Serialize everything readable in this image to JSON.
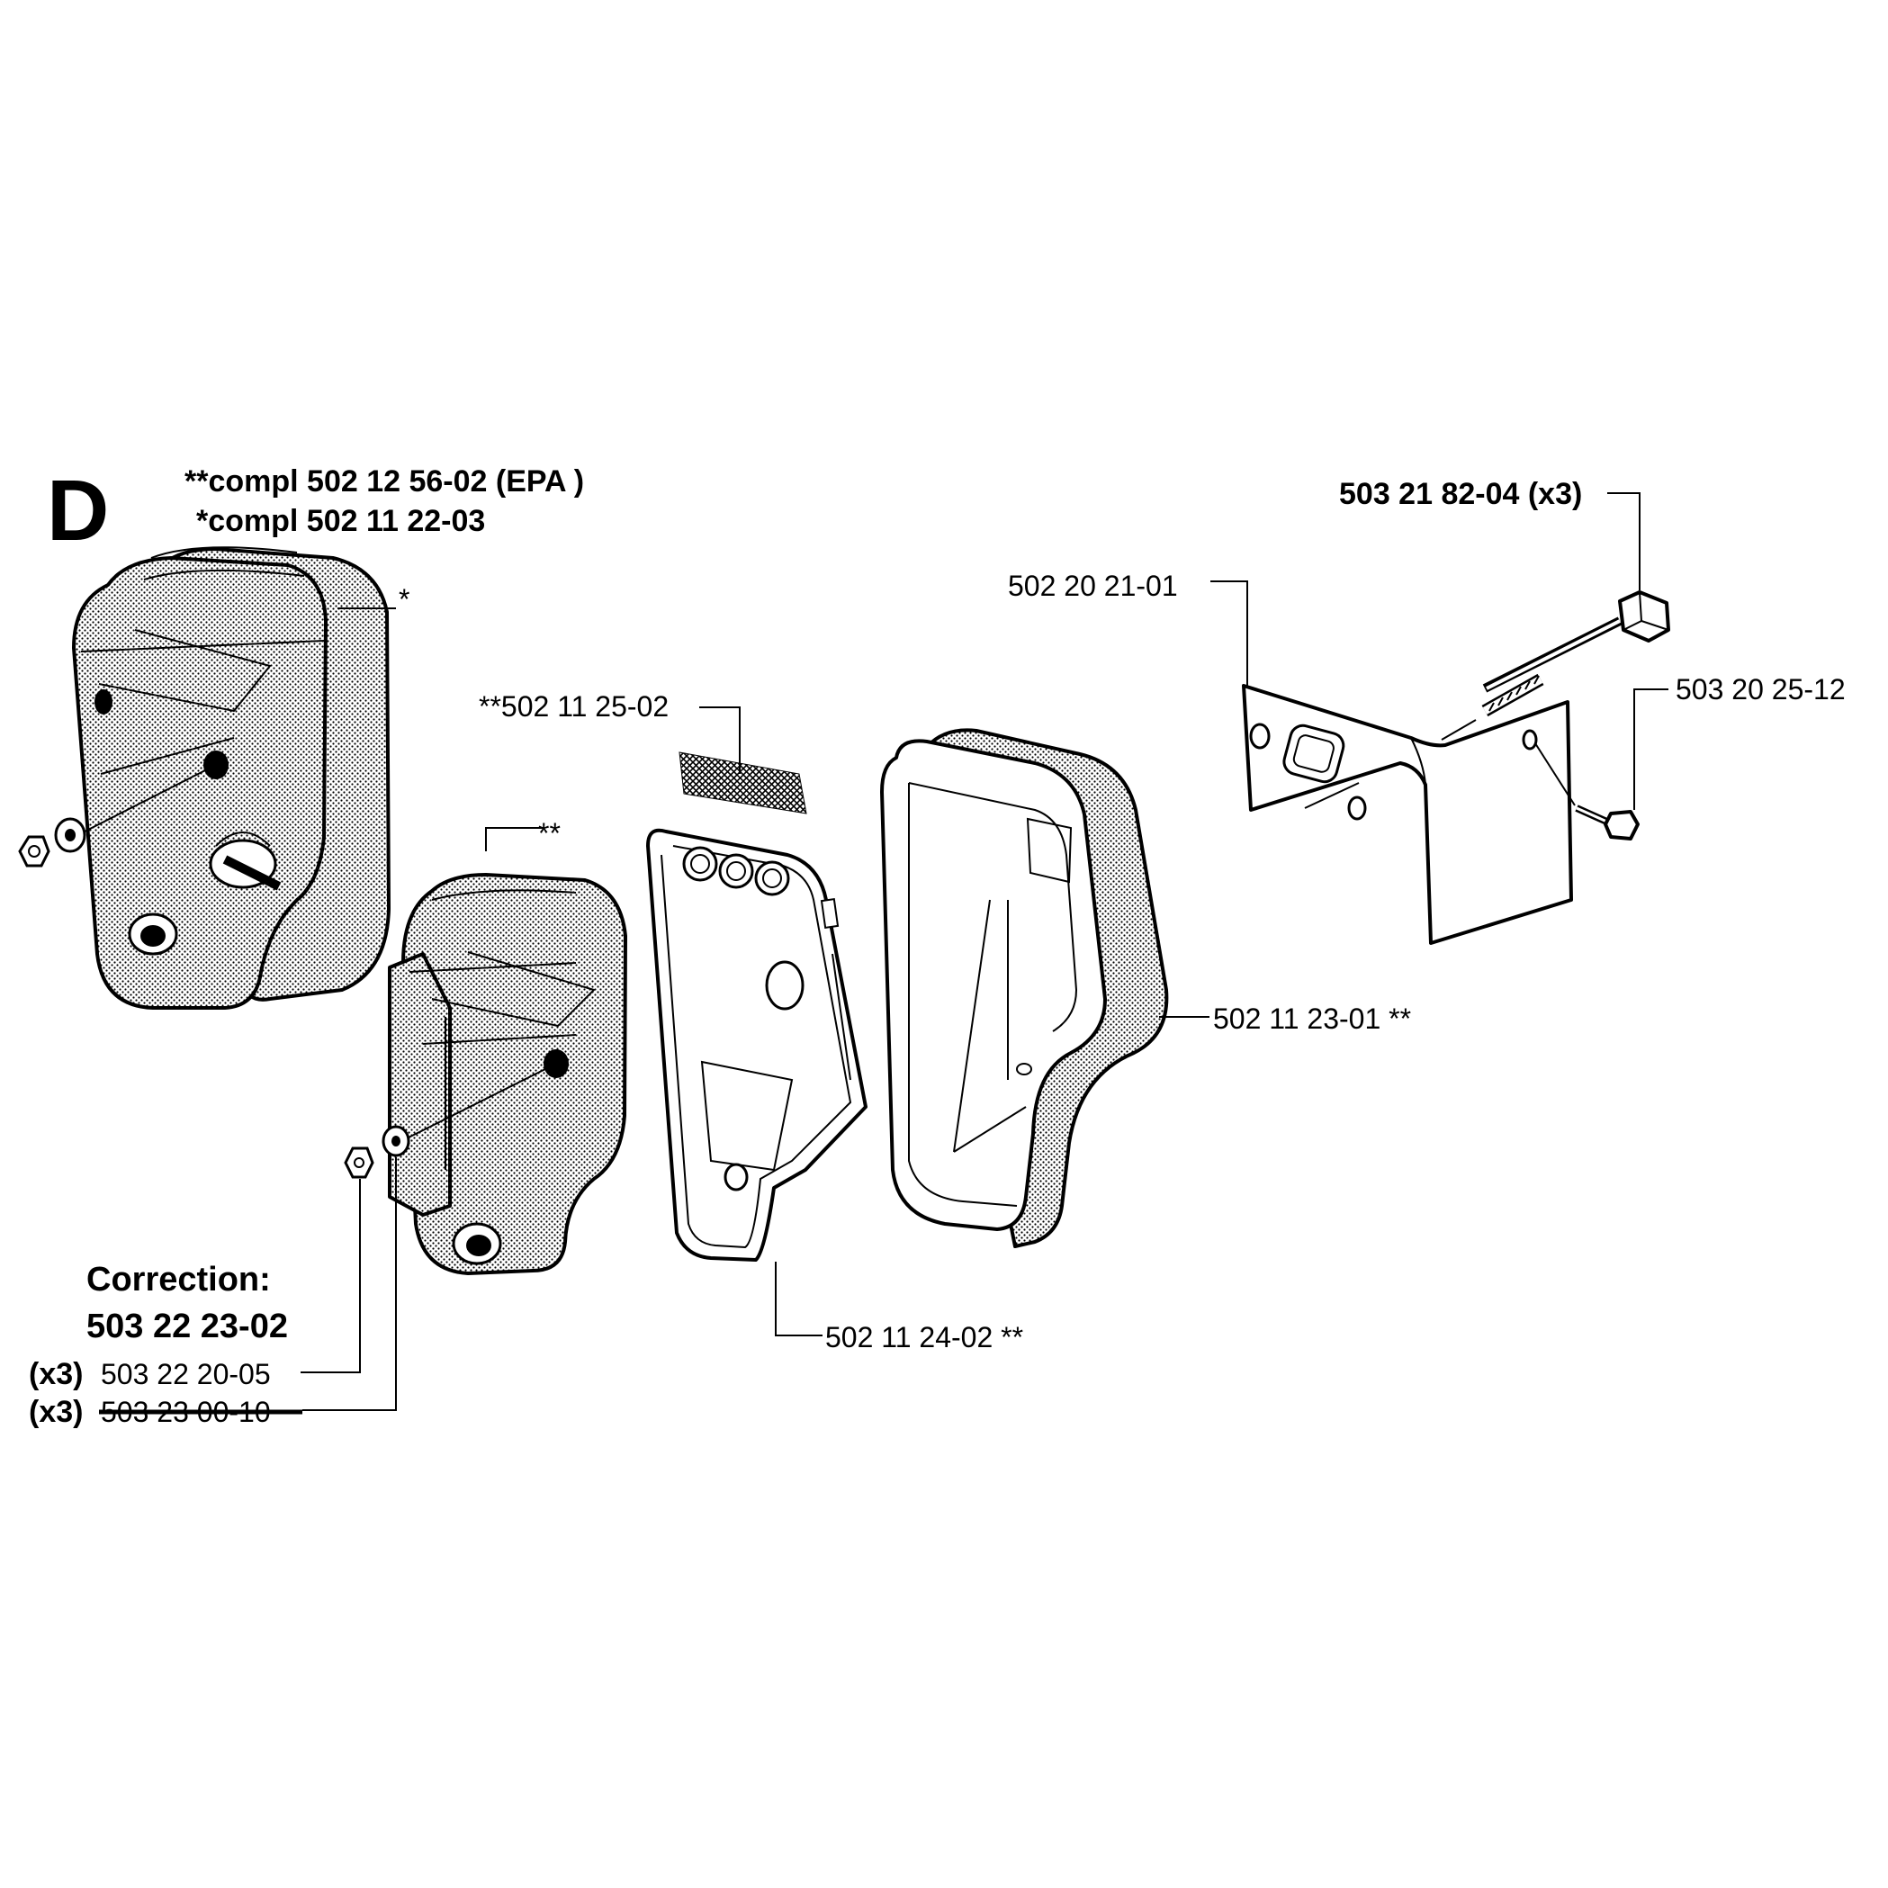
{
  "section_letter": "D",
  "header": {
    "line1": "**compl 502 12 56-02 (EPA )",
    "line2": "*compl 502 11 22-03"
  },
  "labels": {
    "muffler_outer": "*",
    "muffler_inner": "**",
    "spark_screen": "**502 11 25-02",
    "muffler_gasket": "502 11 24-02 **",
    "muffler_body": "502 11 23-01 **",
    "bracket": "502 20 21-01",
    "bolt": "503 21 82-04 (x3)",
    "screw": "503 20 25-12"
  },
  "correction": {
    "title": "Correction:",
    "part": "503 22 23-02"
  },
  "fasteners": {
    "nut_qty": "(x3)",
    "nut_part": "503 22 20-05",
    "washer_qty": "(x3)",
    "washer_part_struck": "503 23 00-10"
  },
  "colors": {
    "ink": "#000000",
    "paper": "#ffffff"
  }
}
